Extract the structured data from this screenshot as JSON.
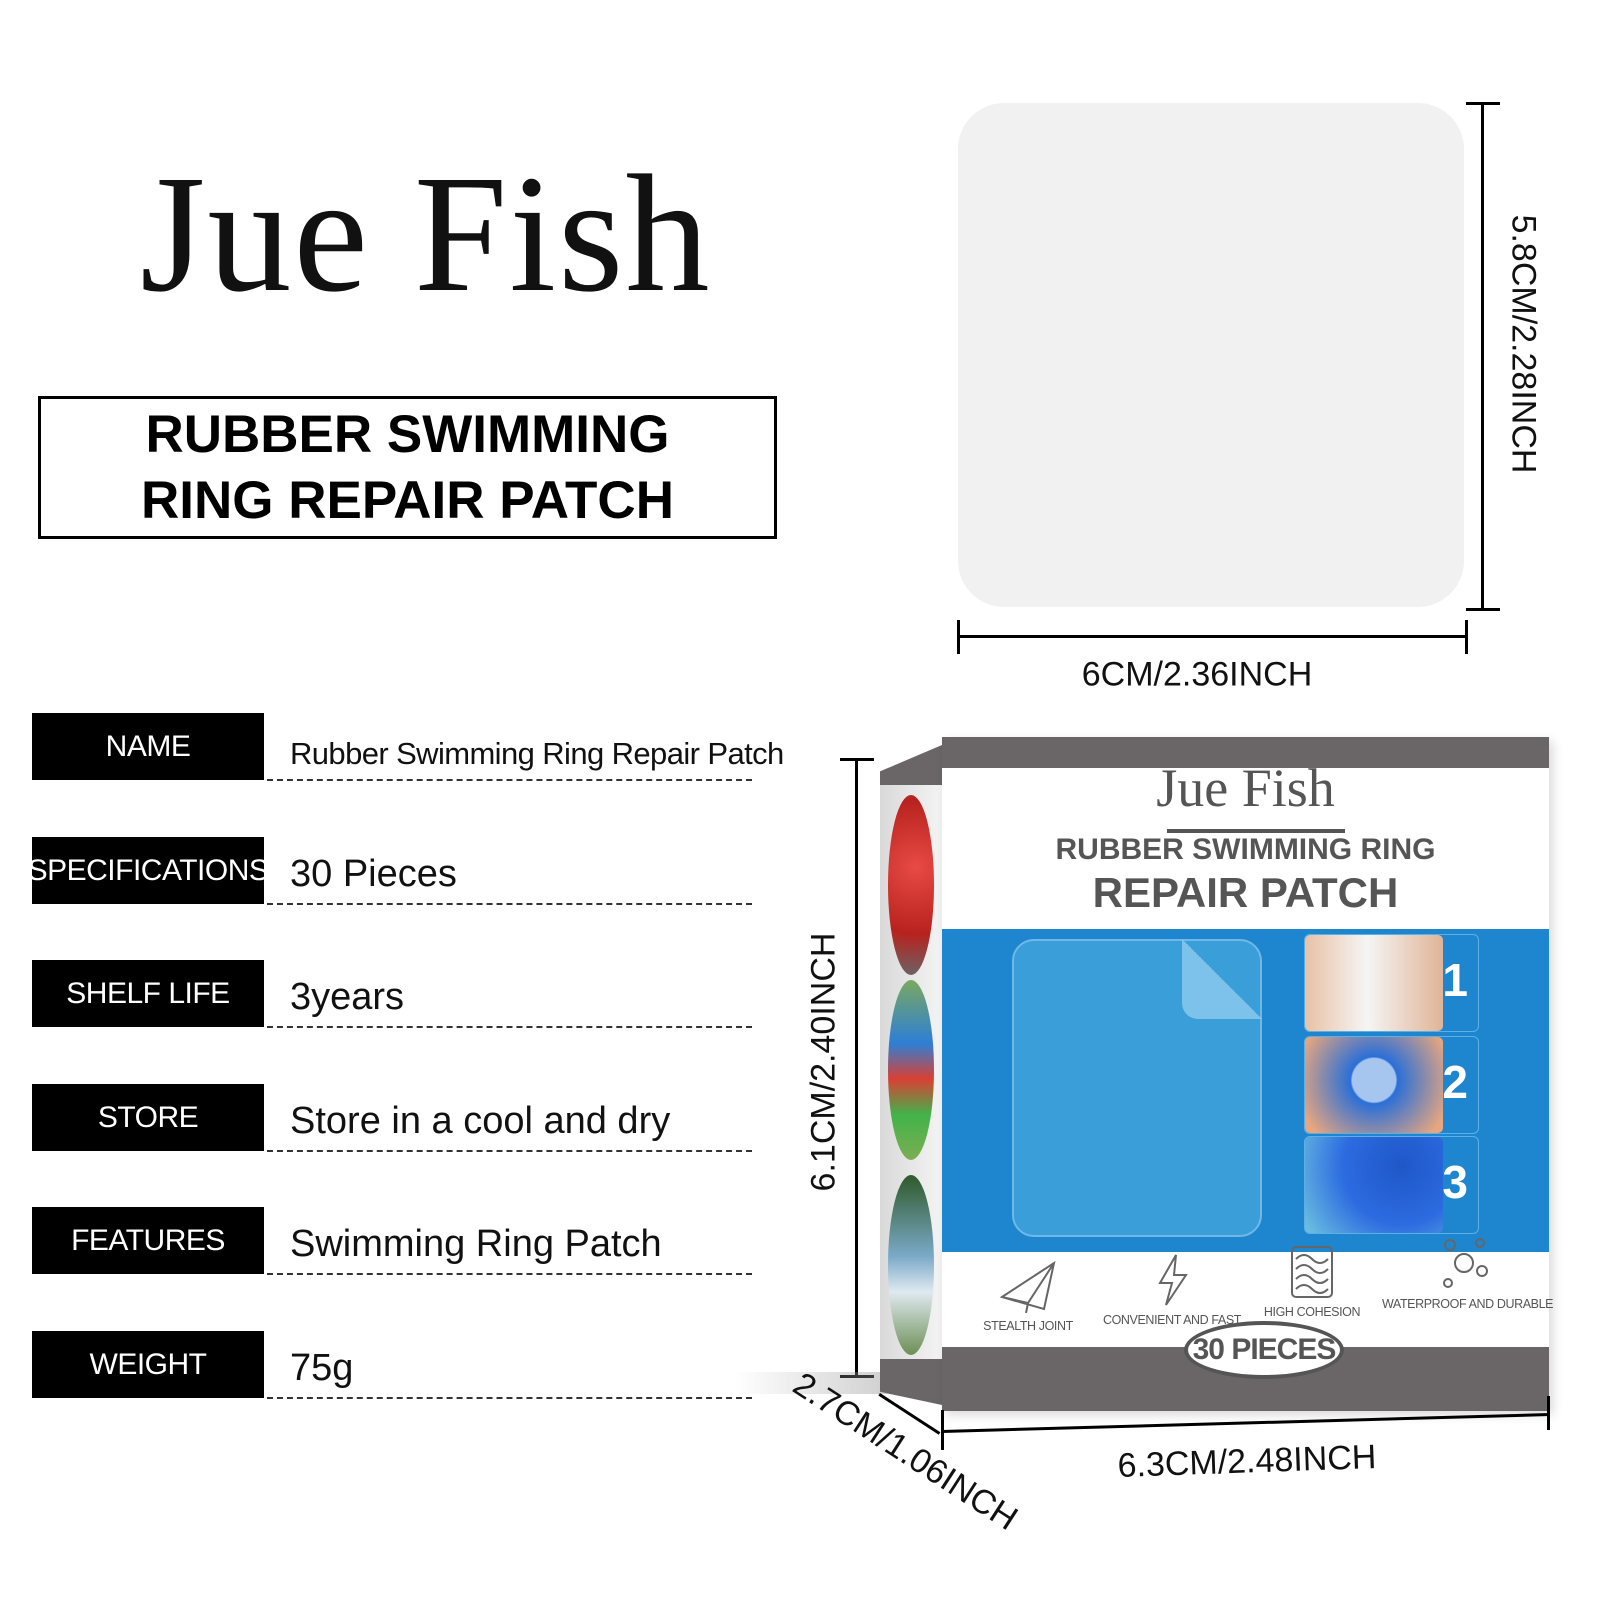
{
  "brand": "Jue Fish",
  "title_lines": [
    "RUBBER SWIMMING",
    "RING REPAIR PATCH"
  ],
  "dimensions": {
    "patch_height": "5.8CM/2.28INCH",
    "patch_width": "6CM/2.36INCH",
    "box_height": "6.1CM/2.40INCH",
    "box_width": "6.3CM/2.48INCH",
    "box_depth": "2.7CM/1.06INCH"
  },
  "specs": [
    {
      "label": "NAME",
      "value": "Rubber Swimming Ring Repair Patch"
    },
    {
      "label": "SPECIFICATIONS",
      "value": "30 Pieces"
    },
    {
      "label": "SHELF LIFE",
      "value": "3years"
    },
    {
      "label": "STORE",
      "value": "Store in a cool and dry"
    },
    {
      "label": "FEATURES",
      "value": "Swimming Ring Patch"
    },
    {
      "label": "WEIGHT",
      "value": "75g"
    }
  ],
  "package": {
    "brand": "Jue Fish",
    "line1": "RUBBER SWIMMING RING",
    "line2": "REPAIR PATCH",
    "steps": [
      "1",
      "2",
      "3"
    ],
    "features": [
      "STEALTH JOINT",
      "CONVENIENT AND FAST",
      "HIGH COHESION",
      "WATERPROOF AND DURABLE"
    ],
    "count": "30 PIECES"
  },
  "colors": {
    "package_blue": "#1e86cf",
    "package_gray": "#6a6668",
    "patch": "#f1f1f1"
  }
}
